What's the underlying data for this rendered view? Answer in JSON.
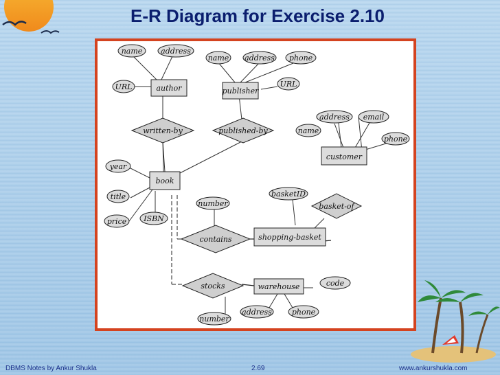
{
  "slide": {
    "title": "E-R Diagram for Exercise 2.10",
    "footer_left": "DBMS Notes by Ankur Shukla",
    "footer_center": "2.69",
    "footer_right": "www.ankurshukla.com"
  },
  "diagram": {
    "entities": {
      "author": "author",
      "publisher": "publisher",
      "customer": "customer",
      "book": "book",
      "shopping_basket": "shopping-basket",
      "warehouse": "warehouse"
    },
    "relationships": {
      "written_by": "written-by",
      "published_by": "published-by",
      "contains": "contains",
      "basket_of": "basket-of",
      "stocks": "stocks"
    },
    "attributes": {
      "author_name": "name",
      "author_address": "address",
      "author_url": "URL",
      "publisher_name": "name",
      "publisher_address": "address",
      "publisher_phone": "phone",
      "publisher_url": "URL",
      "customer_name": "name",
      "customer_address": "address",
      "customer_email": "email",
      "customer_phone": "phone",
      "book_year": "year",
      "book_title": "title",
      "book_price": "price",
      "book_isbn": "ISBN",
      "contains_number": "number",
      "basket_id": "basketID",
      "warehouse_code": "code",
      "warehouse_address": "address",
      "warehouse_phone": "phone",
      "stocks_number": "number"
    }
  }
}
